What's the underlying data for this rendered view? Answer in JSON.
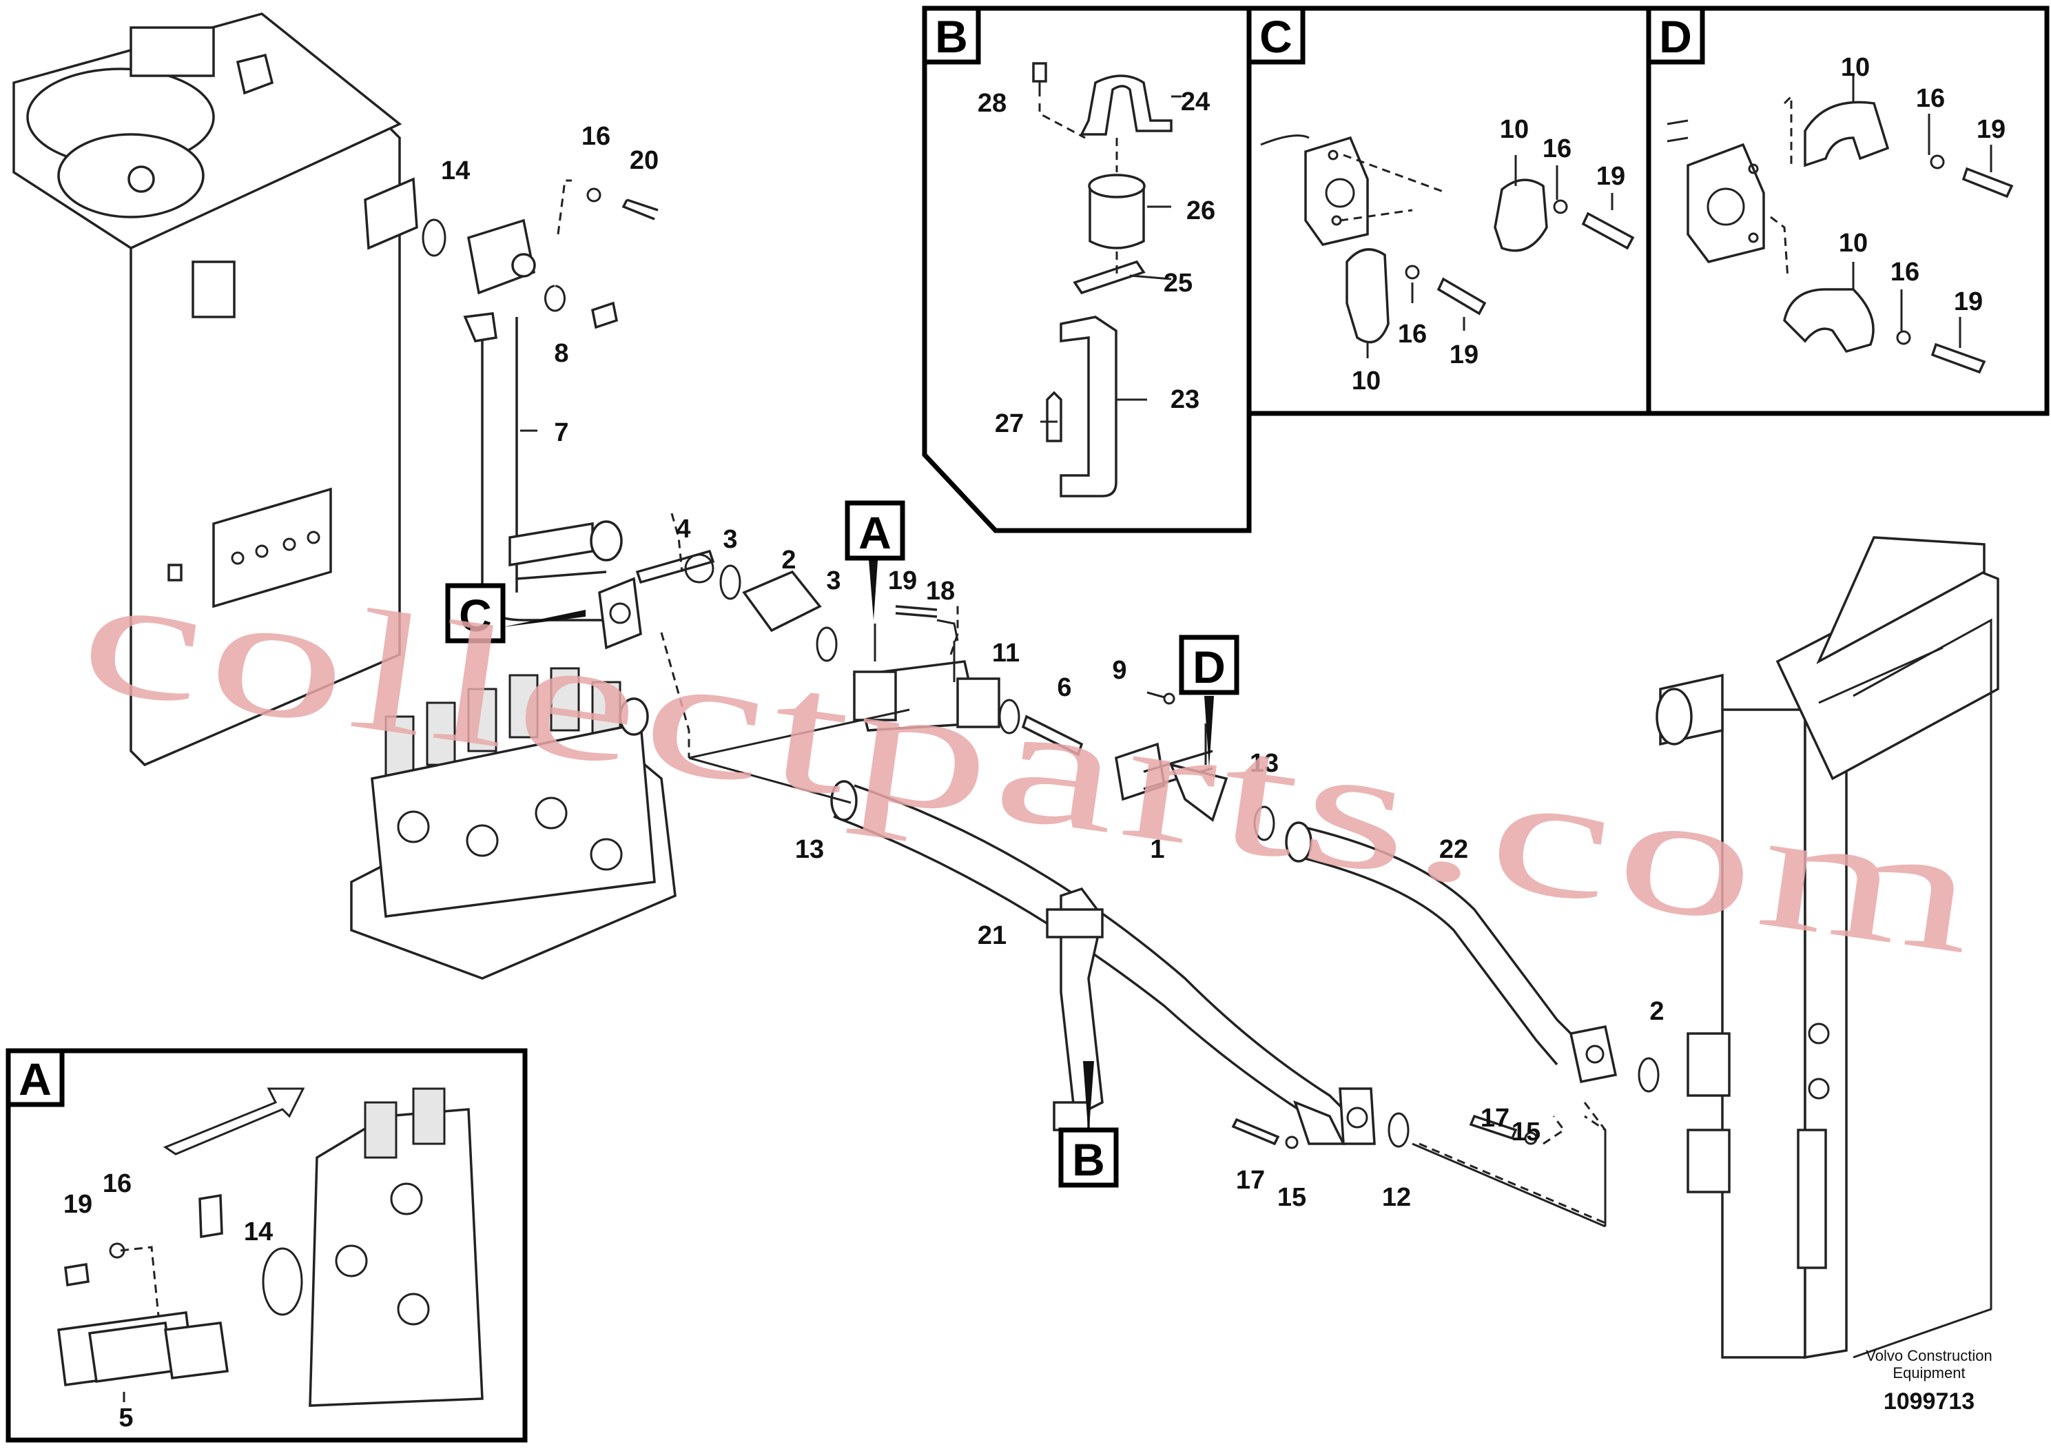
{
  "labels": {
    "n1": "1",
    "n2a": "2",
    "n2b": "2",
    "n3a": "3",
    "n3b": "3",
    "n4": "4",
    "n5": "5",
    "n6": "6",
    "n7": "7",
    "n8": "8",
    "n9": "9",
    "n10c1": "10",
    "n10c2": "10",
    "n10d1": "10",
    "n10d2": "10",
    "n11": "11",
    "n12": "12",
    "n13a": "13",
    "n13b": "13",
    "n14a": "14",
    "n14b": "14",
    "n15a": "15",
    "n15b": "15",
    "n16a": "16",
    "n16c": "16",
    "n16c2": "16",
    "n16d1": "16",
    "n16d2": "16",
    "n16ia": "16",
    "n17a": "17",
    "n17b": "17",
    "n18": "18",
    "n19a": "19",
    "n19c": "19",
    "n19c2": "19",
    "n19d1": "19",
    "n19d2": "19",
    "n19ia": "19",
    "n20": "20",
    "n21": "21",
    "n22": "22",
    "n23": "23",
    "n24": "24",
    "n25": "25",
    "n26": "26",
    "n27": "27",
    "n28": "28"
  },
  "callouts": {
    "a_main": "A",
    "b_main": "B",
    "c_main": "C",
    "d_main": "D",
    "a_inset": "A",
    "b_inset": "B",
    "c_inset": "C",
    "d_inset": "D"
  },
  "footer": {
    "company_line1": "Volvo Construction",
    "company_line2": "Equipment",
    "doc_number": "1099713"
  },
  "watermark": "collectparts.com",
  "colors": {
    "line": "#222222",
    "watermark": "#e8a9a9",
    "background": "#ffffff"
  }
}
